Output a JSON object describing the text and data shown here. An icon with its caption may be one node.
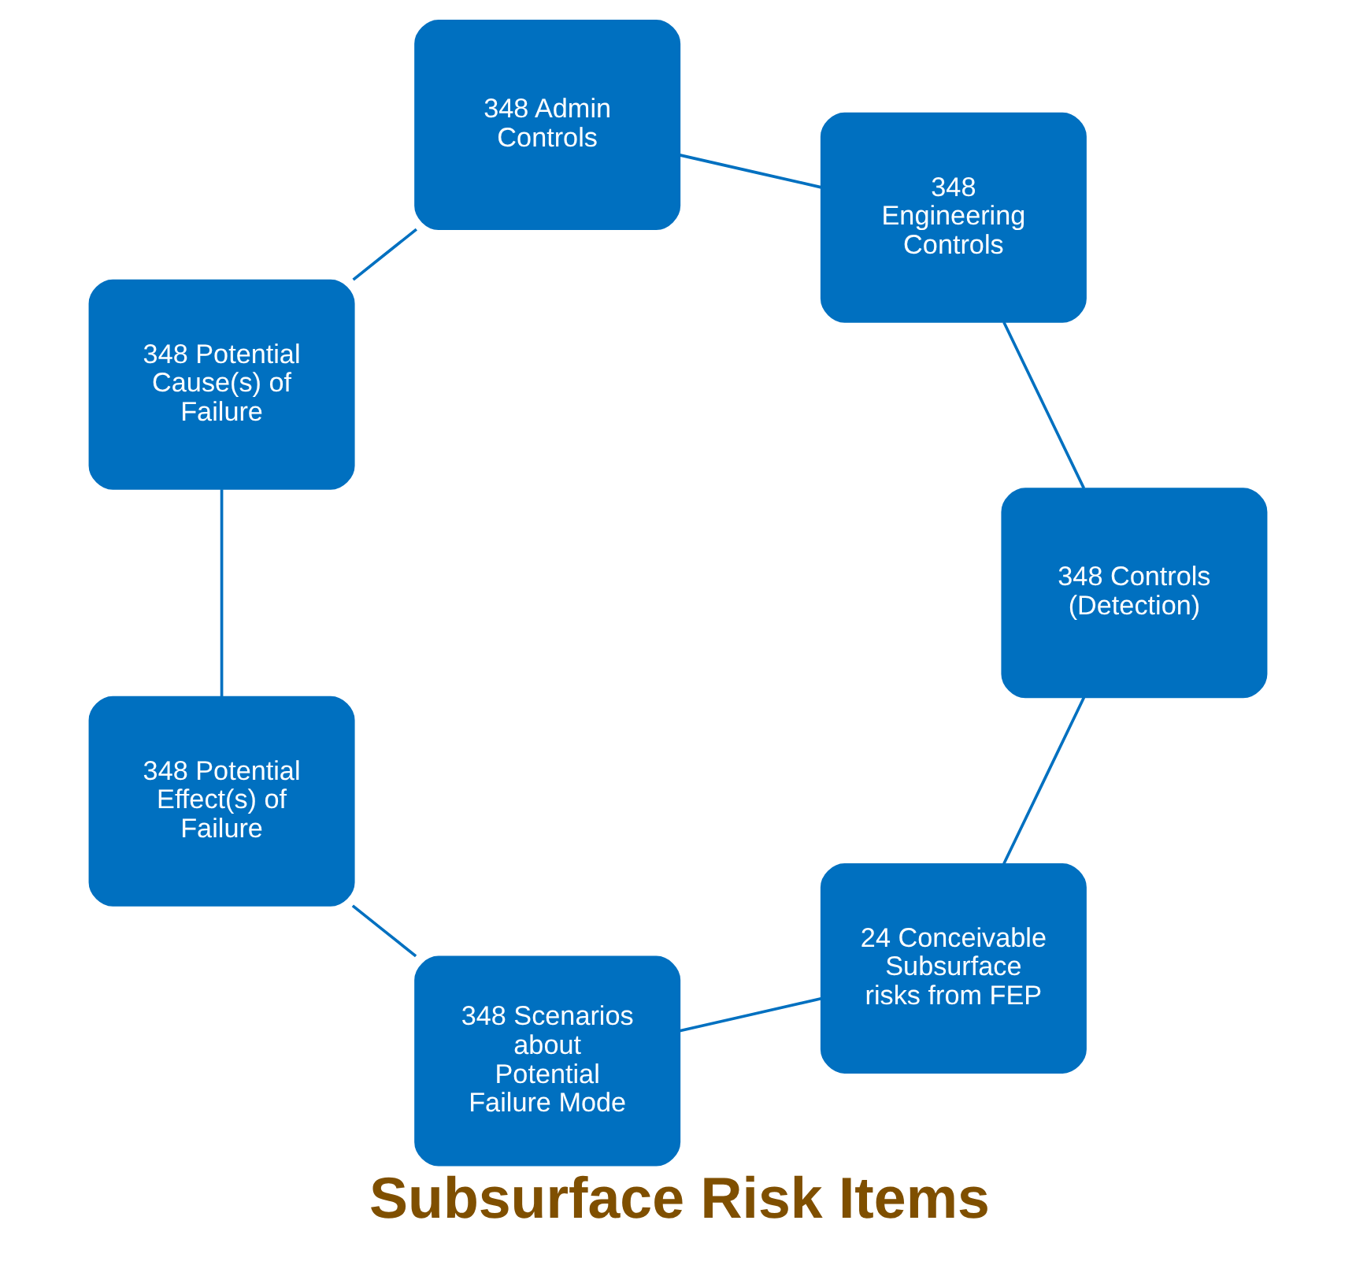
{
  "diagram": {
    "title": "Subsurface Risk Items",
    "nodes": [
      {
        "text": [
          "24 Conceivable Subsurface risks from FEP"
        ]
      },
      {
        "text": [
          "348 Scenarios about Potential Failure Mode"
        ]
      },
      {
        "text": [
          "348 Potential Effect(s) of Failure"
        ]
      },
      {
        "text": [
          "348 Potential Cause(s) of Failure"
        ]
      },
      {
        "text": [
          "348 Admin Controls"
        ]
      },
      {
        "text": [
          "348 Engineering Controls"
        ]
      },
      {
        "text": [
          "348 Controls (Detection)"
        ]
      }
    ],
    "edges": [
      {
        "from": 0,
        "to": 1,
        "arrow": "none"
      },
      {
        "from": 1,
        "to": 2,
        "arrow": "none"
      },
      {
        "from": 2,
        "to": 3,
        "arrow": "none"
      },
      {
        "from": 3,
        "to": 4,
        "arrow": "none"
      },
      {
        "from": 4,
        "to": 5,
        "arrow": "none"
      },
      {
        "from": 5,
        "to": 6,
        "arrow": "none"
      },
      {
        "from": 6,
        "to": 0,
        "arrow": "none"
      }
    ]
  }
}
